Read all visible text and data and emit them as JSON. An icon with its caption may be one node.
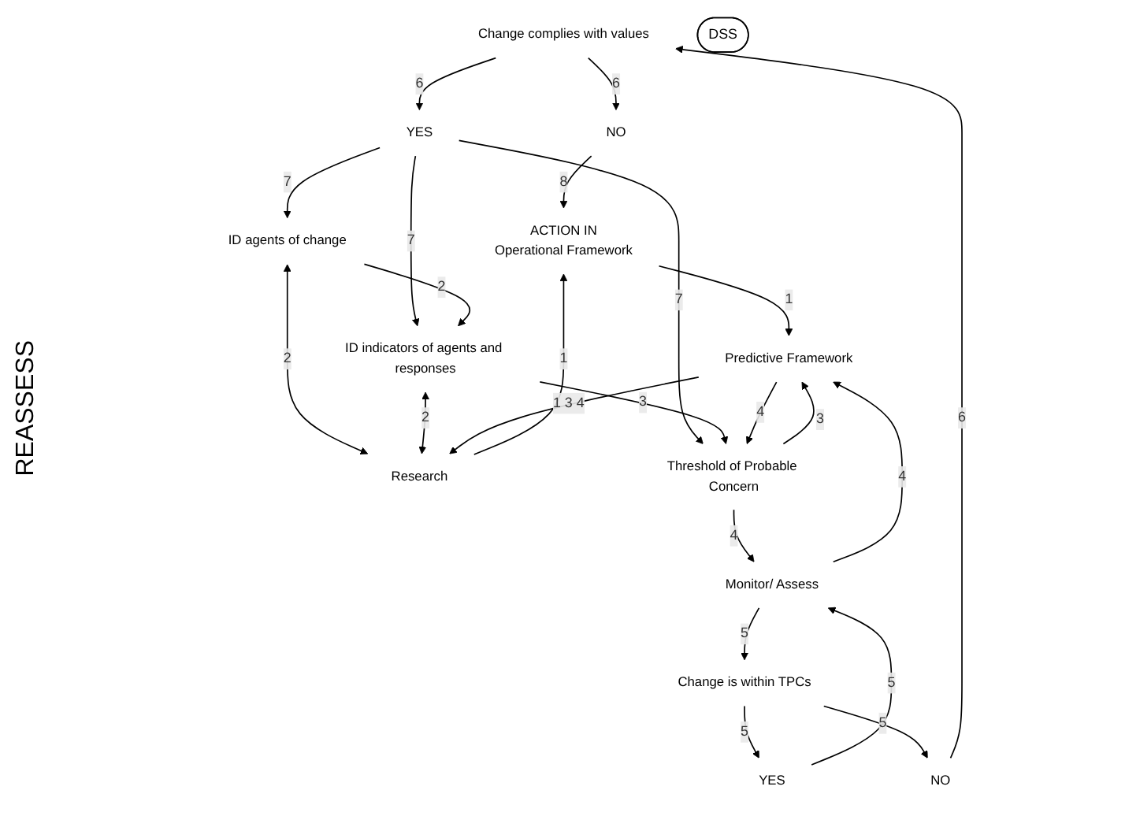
{
  "diagram": {
    "nodes": [
      {
        "text": [
          "Change complies with values"
        ]
      },
      {
        "text": [
          "NO"
        ]
      },
      {
        "text": [
          "YES"
        ]
      },
      {
        "text": [
          "ACTION IN",
          "Operational Framework"
        ]
      },
      {
        "text": [
          "DSS"
        ]
      },
      {
        "text": [
          "ID agents of change"
        ]
      },
      {
        "text": [
          "ID indicators of agents and responses"
        ]
      },
      {
        "text": [
          "Research"
        ]
      },
      {
        "text": [
          "Predictive Framework"
        ]
      },
      {
        "text": [
          "YES"
        ]
      },
      {
        "text": [
          "Change is within TPCs"
        ]
      },
      {
        "text": [
          "NO"
        ]
      },
      {
        "text": [
          "Monitor/ Assess"
        ]
      },
      {
        "text": [
          "Threshold of Probable Concern"
        ]
      }
    ],
    "edges": [
      {
        "from": 11,
        "to": 0,
        "arrow": "to",
        "label": "6"
      },
      {
        "from": 0,
        "to": 1,
        "arrow": "to",
        "label": "6"
      },
      {
        "from": 0,
        "to": 2,
        "arrow": "to",
        "label": "6"
      },
      {
        "from": 1,
        "to": 3,
        "arrow": "to",
        "label": "8"
      },
      {
        "from": 2,
        "to": 5,
        "arrow": "to",
        "label": "7"
      },
      {
        "from": 2,
        "to": 6,
        "arrow": "to",
        "label": "7"
      },
      {
        "from": 2,
        "to": 13,
        "arrow": "to",
        "label": "7"
      },
      {
        "from": 5,
        "to": 7,
        "arrow": "both",
        "label": "2"
      },
      {
        "from": 5,
        "to": 6,
        "arrow": "to",
        "label": "2"
      },
      {
        "from": 6,
        "to": 7,
        "arrow": "both",
        "label": "2"
      },
      {
        "from": 7,
        "to": 3,
        "arrow": "to",
        "label": "1"
      },
      {
        "from": 3,
        "to": 8,
        "arrow": "to",
        "label": "1"
      },
      {
        "from": 8,
        "to": 7,
        "arrow": "to",
        "label": "1 3 4"
      },
      {
        "from": 6,
        "to": 13,
        "arrow": "to",
        "label": "3"
      },
      {
        "from": 12,
        "to": 8,
        "arrow": "to",
        "label": "4"
      },
      {
        "from": 8,
        "to": 13,
        "arrow": "to",
        "label": "4"
      },
      {
        "from": 13,
        "to": 8,
        "arrow": "to",
        "label": "3"
      },
      {
        "from": 13,
        "to": 12,
        "arrow": "to",
        "label": "4"
      },
      {
        "from": 12,
        "to": 10,
        "arrow": "to",
        "label": "5"
      },
      {
        "from": 10,
        "to": 9,
        "arrow": "to",
        "label": "5"
      },
      {
        "from": 10,
        "to": 11,
        "arrow": "to",
        "label": "5"
      },
      {
        "from": 9,
        "to": 12,
        "arrow": "to",
        "label": "5"
      }
    ],
    "labels": [
      "REASSESS"
    ]
  }
}
